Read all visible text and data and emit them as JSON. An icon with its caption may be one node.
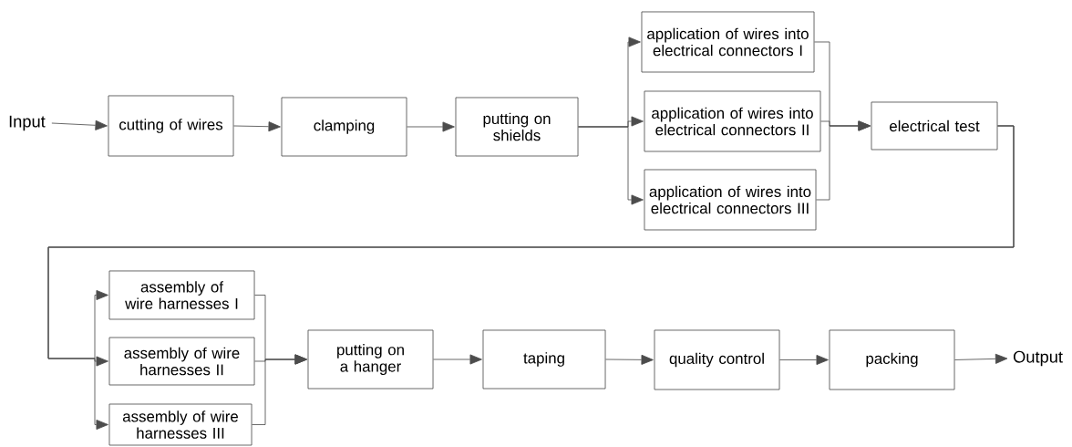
{
  "diagram": {
    "nodes": [
      {
        "text": [
          "Input"
        ]
      },
      {
        "text": [
          "cutting of wires"
        ]
      },
      {
        "text": [
          "clamping"
        ]
      },
      {
        "text": [
          "putting on shields"
        ]
      },
      {
        "text": [
          "application of wires into electrical connectors I"
        ]
      },
      {
        "text": [
          "application of wires into electrical connectors II"
        ]
      },
      {
        "text": [
          "application of wires into electrical connectors III"
        ]
      },
      {
        "text": [
          "electrical test"
        ]
      },
      {
        "text": [
          "assembly of wire harnesses I"
        ]
      },
      {
        "text": [
          "assembly of wire harnesses II"
        ]
      },
      {
        "text": [
          "assembly of wire harnesses III"
        ]
      },
      {
        "text": [
          "putting on a hanger"
        ]
      },
      {
        "text": [
          "taping"
        ]
      },
      {
        "text": [
          "quality control"
        ]
      },
      {
        "text": [
          "packing"
        ]
      },
      {
        "text": [
          "Output"
        ]
      }
    ],
    "edges": [
      {
        "from": 0,
        "to": 1,
        "arrow": "to"
      },
      {
        "from": 1,
        "to": 2,
        "arrow": "to"
      },
      {
        "from": 2,
        "to": 3,
        "arrow": "to"
      },
      {
        "from": 3,
        "to": 4,
        "arrow": "to"
      },
      {
        "from": 3,
        "to": 5,
        "arrow": "to"
      },
      {
        "from": 3,
        "to": 6,
        "arrow": "to"
      },
      {
        "from": 4,
        "to": 7,
        "arrow": "to"
      },
      {
        "from": 5,
        "to": 7,
        "arrow": "to"
      },
      {
        "from": 6,
        "to": 7,
        "arrow": "to"
      },
      {
        "from": 7,
        "to": 8,
        "arrow": "to"
      },
      {
        "from": 7,
        "to": 9,
        "arrow": "to"
      },
      {
        "from": 7,
        "to": 10,
        "arrow": "to"
      },
      {
        "from": 8,
        "to": 11,
        "arrow": "to"
      },
      {
        "from": 9,
        "to": 11,
        "arrow": "to"
      },
      {
        "from": 10,
        "to": 11,
        "arrow": "to"
      },
      {
        "from": 11,
        "to": 12,
        "arrow": "to"
      },
      {
        "from": 12,
        "to": 13,
        "arrow": "to"
      },
      {
        "from": 13,
        "to": 14,
        "arrow": "to"
      },
      {
        "from": 14,
        "to": 15,
        "arrow": "to"
      }
    ]
  }
}
